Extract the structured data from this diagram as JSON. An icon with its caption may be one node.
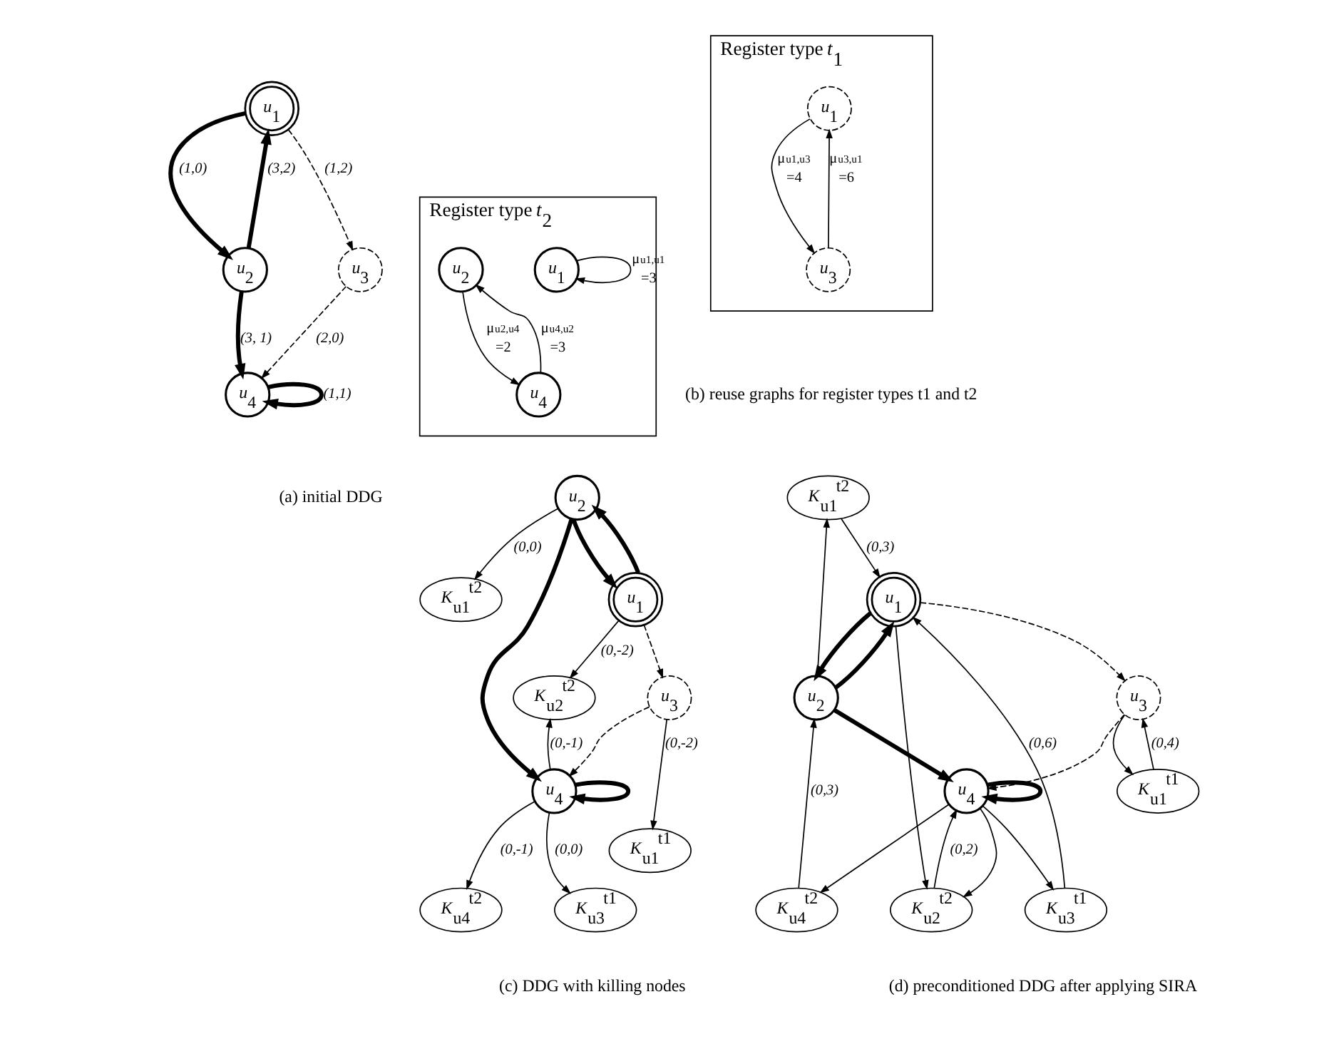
{
  "diagram": {
    "nodes": [
      {
        "text": [
          "*u*$_{1}$"
        ]
      },
      {
        "text": [
          "*u*$_{2}$"
        ]
      },
      {
        "text": [
          "*u*$_{3}$"
        ]
      },
      {
        "text": [
          "*u*$_{4}$"
        ]
      },
      {
        "text": [
          "Register type *t*$_{1}$"
        ]
      },
      {
        "text": [
          "*u*$_{1}$"
        ],
        "in": 4
      },
      {
        "text": [
          "*u*$_{3}$"
        ],
        "in": 4
      },
      {
        "text": [
          "Register type *t*$_{2}$"
        ]
      },
      {
        "text": [
          "*u*$_{2}$"
        ],
        "in": 7
      },
      {
        "text": [
          "*u*$_{4}$"
        ],
        "in": 7
      },
      {
        "text": [
          "*u*$_{1}$"
        ],
        "in": 7
      },
      {
        "text": [
          "*K*$_{u1}$$^{t2}$"
        ]
      },
      {
        "text": [
          "*u*$_{1}$"
        ]
      },
      {
        "text": [
          "*u*$_{2}$"
        ]
      },
      {
        "text": [
          "*K*$_{u4}$$^{t2}$"
        ]
      },
      {
        "text": [
          "*K*$_{u2}$$^{t2}$"
        ]
      },
      {
        "text": [
          "*u*$_{3}$"
        ]
      },
      {
        "text": [
          "*u*$_{4}$"
        ]
      },
      {
        "text": [
          "*K*$_{u1}$$^{t1}$"
        ]
      },
      {
        "text": [
          "*K*$_{u3}$$^{t1}$"
        ]
      },
      {
        "text": [
          "*K*$_{u1}$$^{t2}$"
        ]
      },
      {
        "text": [
          "*u*$_{1}$"
        ]
      },
      {
        "text": [
          "*u*$_{2}$"
        ]
      },
      {
        "text": [
          "*K*$_{u2}$$^{t2}$"
        ]
      },
      {
        "text": [
          "*K*$_{u4}$$^{t2}$"
        ]
      },
      {
        "text": [
          "*u*$_{3}$"
        ]
      },
      {
        "text": [
          "*u*$_{4}$"
        ]
      },
      {
        "text": [
          "*K*$_{u1}$$^{t1}$"
        ]
      },
      {
        "text": [
          "*K*$_{u3}$$^{t1}$"
        ]
      }
    ],
    "edges": [
      {
        "from": 0,
        "to": 1,
        "arrow": "to",
        "label": "*(1,0)*",
        "style": "thick"
      },
      {
        "from": 1,
        "to": 0,
        "arrow": "to",
        "label": "*(3,2)*",
        "style": "thick"
      },
      {
        "from": 1,
        "to": 3,
        "arrow": "to",
        "label": "*(3, 1)*",
        "style": "thick"
      },
      {
        "from": 3,
        "to": 3,
        "arrow": "to",
        "label": "*(1,1)*",
        "style": "thick"
      },
      {
        "from": 0,
        "to": 2,
        "arrow": "to",
        "label": "*(1,2)*",
        "style": "dashed"
      },
      {
        "from": 2,
        "to": 3,
        "arrow": "to",
        "label": "*(2,0)*",
        "style": "dashed"
      },
      {
        "from": 5,
        "to": 6,
        "arrow": "to",
        "label": "μ$_{u1,u3}$ =4"
      },
      {
        "from": 6,
        "to": 5,
        "arrow": "to",
        "label": "μ$_{u3,u1}$ =6"
      },
      {
        "from": 10,
        "to": 10,
        "arrow": "to",
        "label": "μ$_{u1,u1}$ =3"
      },
      {
        "from": 8,
        "to": 9,
        "arrow": "to",
        "label": "μ$_{u2,u4}$ =2"
      },
      {
        "from": 9,
        "to": 8,
        "arrow": "to",
        "label": "μ$_{u4,u2}$ =3"
      },
      {
        "from": 12,
        "to": 13,
        "arrow": "to",
        "style": "thick"
      },
      {
        "from": 13,
        "to": 12,
        "arrow": "to",
        "style": "thick"
      },
      {
        "from": 13,
        "to": 17,
        "arrow": "to",
        "style": "thick"
      },
      {
        "from": 17,
        "to": 17,
        "arrow": "to",
        "style": "thick"
      },
      {
        "from": 12,
        "to": 16,
        "arrow": "to",
        "style": "dashed"
      },
      {
        "from": 16,
        "to": 17,
        "arrow": "to",
        "style": "dashed"
      },
      {
        "from": 13,
        "to": 11,
        "arrow": "to",
        "label": "*(0,0)*"
      },
      {
        "from": 12,
        "to": 15,
        "arrow": "to",
        "label": "*(0,-2)*"
      },
      {
        "from": 17,
        "to": 15,
        "arrow": "to",
        "label": "*(0,-1)*"
      },
      {
        "from": 17,
        "to": 14,
        "arrow": "to",
        "label": "*(0,-1)*"
      },
      {
        "from": 16,
        "to": 18,
        "arrow": "to",
        "label": "*(0,-2)*"
      },
      {
        "from": 17,
        "to": 19,
        "arrow": "to",
        "label": "*(0,0)*"
      },
      {
        "from": 21,
        "to": 22,
        "arrow": "to",
        "style": "thick"
      },
      {
        "from": 22,
        "to": 21,
        "arrow": "to",
        "style": "thick"
      },
      {
        "from": 22,
        "to": 26,
        "arrow": "to",
        "style": "thick"
      },
      {
        "from": 26,
        "to": 26,
        "arrow": "to",
        "style": "thick"
      },
      {
        "from": 21,
        "to": 25,
        "arrow": "to",
        "style": "dashed"
      },
      {
        "from": 25,
        "to": 26,
        "arrow": "to",
        "style": "dashed"
      },
      {
        "from": 22,
        "to": 20,
        "arrow": "to"
      },
      {
        "from": 20,
        "to": 21,
        "arrow": "to",
        "label": "*(0,3)*"
      },
      {
        "from": 21,
        "to": 23,
        "arrow": "to"
      },
      {
        "from": 26,
        "to": 23,
        "arrow": "to"
      },
      {
        "from": 23,
        "to": 26,
        "arrow": "to",
        "label": "*(0,2)*"
      },
      {
        "from": 26,
        "to": 24,
        "arrow": "to"
      },
      {
        "from": 24,
        "to": 22,
        "arrow": "to",
        "label": "*(0,3)*"
      },
      {
        "from": 25,
        "to": 27,
        "arrow": "to"
      },
      {
        "from": 27,
        "to": 25,
        "arrow": "to",
        "label": "*(0,4)*"
      },
      {
        "from": 26,
        "to": 28,
        "arrow": "to"
      },
      {
        "from": 28,
        "to": 21,
        "arrow": "to",
        "label": "*(0,6)*"
      }
    ],
    "labels": [
      "(a) initial DDG",
      "(b) reuse graphs for register types t1 and t2",
      "(c) DDG with killing nodes",
      "(d) preconditioned DDG after applying SIRA"
    ]
  }
}
